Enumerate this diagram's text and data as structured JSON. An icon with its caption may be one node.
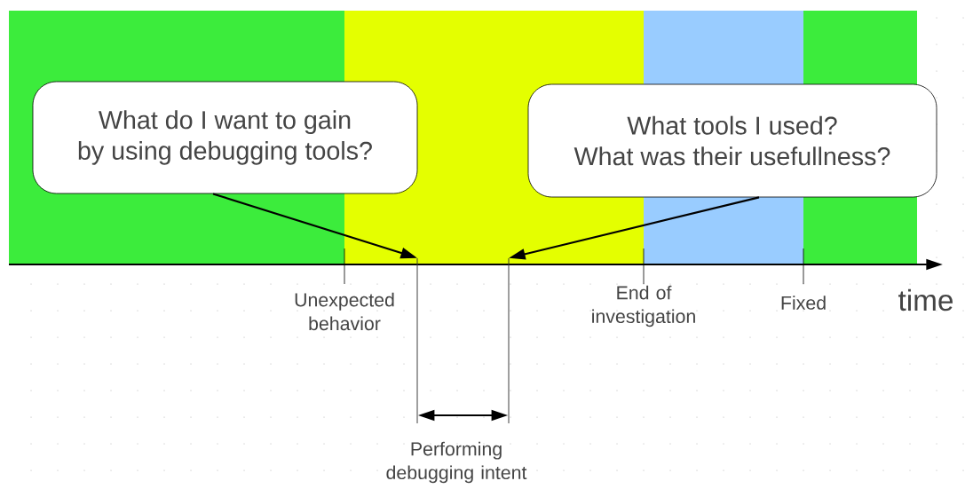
{
  "diagram": {
    "nodes": [
      {
        "text": [
          "What do I want to gain by using debugging tools?"
        ]
      },
      {
        "text": [
          "What tools I used? What was their usefullness?"
        ]
      },
      {
        "text": [],
        "shape": "bar"
      },
      {
        "text": [],
        "shape": "bar"
      }
    ],
    "edges": [
      {
        "from": 0,
        "to": 2,
        "arrow": "to"
      },
      {
        "from": 1,
        "to": 3,
        "arrow": "to"
      },
      {
        "from": 2,
        "to": 3,
        "arrow": "both"
      }
    ],
    "labels": [
      "Unexpected behavior",
      "End of investigation",
      "Fixed",
      "time",
      "Performing debugging intent"
    ]
  }
}
